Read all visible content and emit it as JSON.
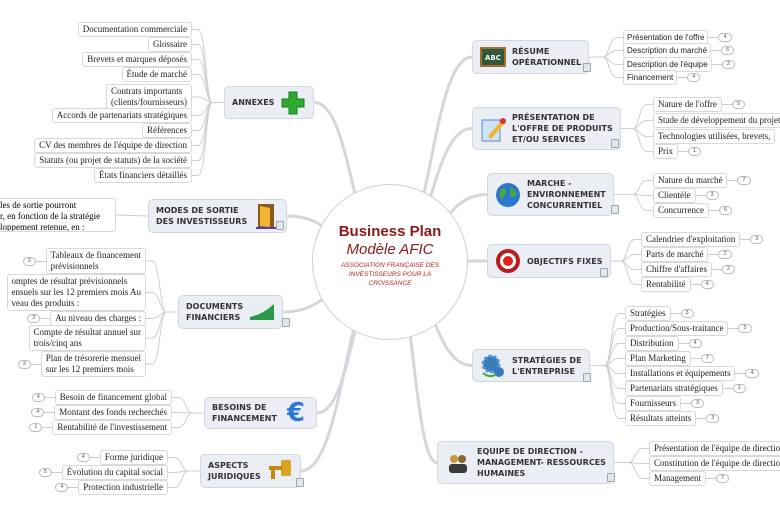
{
  "center": {
    "title": "Business Plan",
    "subtitle": "Modèle AFIC",
    "org": "ASSOCIATION FRANÇAISE DES INVESTISSEURS POUR LA CROISSANCE"
  },
  "branches": {
    "annexes": {
      "label": "ANNEXES",
      "icon": "green-cross-icon",
      "leaves": [
        {
          "label": "Documentation commerciale"
        },
        {
          "label": "Glossaire"
        },
        {
          "label": "Brevets et marques déposés"
        },
        {
          "label": "Étude de marché"
        },
        {
          "label": "Contrats importants",
          "label2": "(clients/fournisseurs)"
        },
        {
          "label": "Accords de partenariats stratégiques"
        },
        {
          "label": "Références"
        },
        {
          "label": "CV des membres de l'équipe de direction"
        },
        {
          "label": "Statuts (ou projet de statuts) de la société"
        },
        {
          "label": "États financiers détaillés"
        }
      ]
    },
    "sortie": {
      "label": "MODES DE SORTIE",
      "label2": "DES INVESTISSEURS",
      "icon": "door-icon",
      "text": [
        "les de sortie pourront",
        "r, en fonction de la stratégie",
        "loppement retenue, en :"
      ]
    },
    "docs": {
      "label": "DOCUMENTS",
      "label2": "FINANCIERS",
      "icon": "chart-icon",
      "leaves": [
        {
          "label": "Tableaux de financement",
          "label2": "prévisionnels",
          "count": "3"
        },
        {
          "label": "omptes de résultat prévisionnels",
          "label2": "ensuels sur les 12 premiers mois Au",
          "label3": "veau des produits :"
        },
        {
          "label": "Au niveau des charges :",
          "count": "3"
        },
        {
          "label": "Compte de résultat annuel sur",
          "label2": "trois/cinq ans"
        },
        {
          "label": "Plan de trésorerie mensuel",
          "label2": "sur les 12 premiers mois",
          "count": "3"
        }
      ]
    },
    "besoins": {
      "label": "BESOINS DE",
      "label2": "FINANCEMENT",
      "icon": "euro-icon",
      "leaves": [
        {
          "label": "Besoin de financement global",
          "count": "4"
        },
        {
          "label": "Montant des fonds recherchés",
          "count": "4"
        },
        {
          "label": "Rentabilité de l'investissement",
          "count": "1"
        }
      ]
    },
    "aspects": {
      "label": "ASPECTS",
      "label2": "JURIDIQUES",
      "icon": "gavel-icon",
      "leaves": [
        {
          "label": "Forme juridique",
          "count": "4"
        },
        {
          "label": "Évolution du capital social",
          "count": "5"
        },
        {
          "label": "Protection industrielle",
          "count": "4"
        }
      ]
    },
    "resume": {
      "label": "RÉSUME",
      "label2": "OPÉRATIONNEL",
      "icon": "chalkboard-icon",
      "leaves": [
        {
          "label": "Présentation de l'offre",
          "count": "4"
        },
        {
          "label": "Description du marché",
          "count": "6"
        },
        {
          "label": "Description de l'équipe",
          "count": "3"
        },
        {
          "label": "Financement",
          "count": "4"
        }
      ]
    },
    "offre": {
      "label": "PRÉSENTATION DE",
      "label2": "L'OFFRE DE PRODUITS",
      "label3": "ET/OU SERVICES",
      "icon": "pencil-document-icon",
      "leaves": [
        {
          "label": "Nature de l'offre",
          "count": "5"
        },
        {
          "label": "Stade de développement du projet"
        },
        {
          "label": "Technologies utilisées, brevets,"
        },
        {
          "label": "Prix",
          "count": "1"
        }
      ]
    },
    "marche": {
      "label": "MARCHE -",
      "label2": "ENVIRONNEMENT",
      "label3": "CONCURRENTIEL",
      "icon": "globe-icon",
      "leaves": [
        {
          "label": "Nature du marché",
          "count": "7"
        },
        {
          "label": "Clientèle",
          "count": "3"
        },
        {
          "label": "Concurrence",
          "count": "6"
        }
      ]
    },
    "objectifs": {
      "label": "OBJECTIFS FIXES",
      "icon": "target-icon",
      "leaves": [
        {
          "label": "Calendrier d'exploitation",
          "count": "3"
        },
        {
          "label": "Parts de marché",
          "count": "2"
        },
        {
          "label": "Chiffre d'affaires",
          "count": "2"
        },
        {
          "label": "Rentabilité",
          "count": "4"
        }
      ]
    },
    "strategies": {
      "label": "STRATÉGIES DE",
      "label2": "L'ENTREPRISE",
      "icon": "gears-icon",
      "leaves": [
        {
          "label": "Stratégies",
          "count": "3"
        },
        {
          "label": "Production/Sous-traitance",
          "count": "5"
        },
        {
          "label": "Distribution",
          "count": "4"
        },
        {
          "label": "Plan Marketing",
          "count": "7"
        },
        {
          "label": "Installations et équipements",
          "count": "4"
        },
        {
          "label": "Partenariats stratégiques",
          "count": "1"
        },
        {
          "label": "Fournisseurs",
          "count": "3"
        },
        {
          "label": "Résultats atteints",
          "count": "3"
        }
      ]
    },
    "equipe": {
      "label": "EQUIPE DE DIRECTION -",
      "label2": "MANAGEMENT- RESSOURCES",
      "label3": "HUMAINES",
      "icon": "people-icon",
      "leaves": [
        {
          "label": "Présentation de l'équipe de direction"
        },
        {
          "label": "Constitution de l'équipe de direction"
        },
        {
          "label": "Management",
          "count": "7"
        }
      ]
    }
  }
}
